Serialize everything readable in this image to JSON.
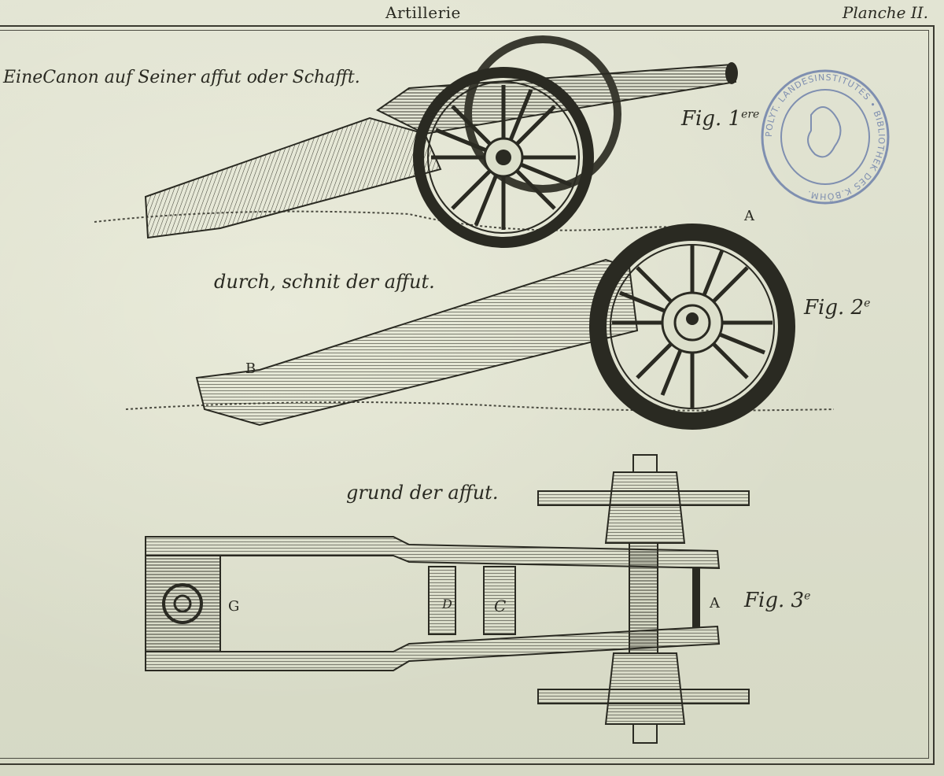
{
  "header": {
    "title": "Artillerie",
    "plate": "Planche II."
  },
  "captions": {
    "fig1_caption": "EineCanon auf Seiner affut oder Schafft.",
    "fig2_caption": "durch, schnit der affut.",
    "fig3_caption": "grund der affut."
  },
  "figures": {
    "fig1_label": "Fig. 1",
    "fig1_sup": "ere",
    "fig2_label": "Fig. 2",
    "fig2_sup": "e",
    "fig3_label": "Fig. 3",
    "fig3_sup": "e"
  },
  "letters": {
    "fig2_A": "A",
    "fig2_B": "B",
    "fig3_G": "G",
    "fig3_A": "A",
    "fig3_D": "D",
    "fig3_C": "C"
  },
  "stamp": {
    "text": "POLYT. LANDESINSTITUTES • BIBLIOTHEK DES K.BÖHM."
  },
  "colors": {
    "ink": "#2a2a22",
    "paper": "#dcdfcb",
    "stamp": "#7f8fb0"
  }
}
